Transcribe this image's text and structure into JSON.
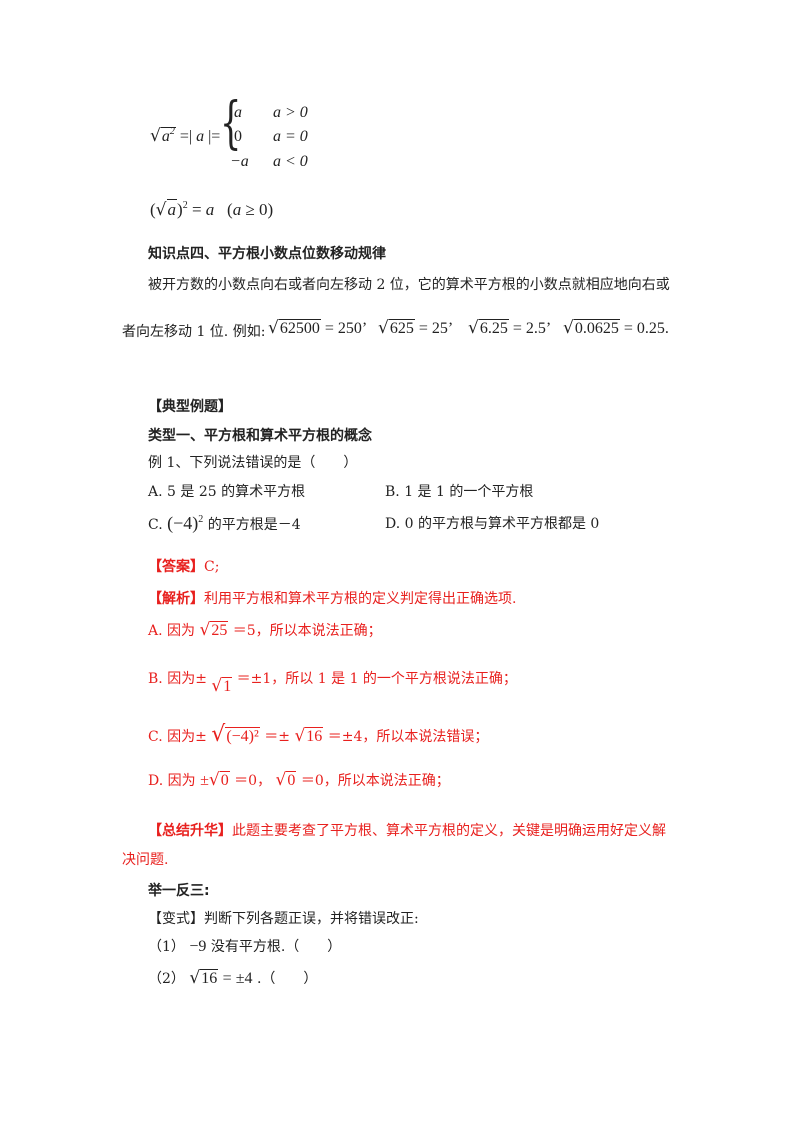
{
  "formula1": {
    "lhs": "√a² =| a |=",
    "cases": [
      {
        "value": "a",
        "condition": "a > 0"
      },
      {
        "value": "0",
        "condition": "a = 0"
      },
      {
        "value": "−a",
        "condition": "a < 0"
      }
    ]
  },
  "formula2": "(√a)² = a  (a ≥ 0)",
  "section4_title": "知识点四、平方根小数点位数移动规律",
  "section4_text_line1": "被开方数的小数点向右或者向左移动 2 位，它的算术平方根的小数点就相应地向右或",
  "section4_text_line2": "者向左移动 1 位. 例如:",
  "examples": [
    {
      "radicand": "62500",
      "result": "= 250"
    },
    {
      "radicand": "625",
      "result": "= 25"
    },
    {
      "radicand": "6.25",
      "result": "= 2.5"
    },
    {
      "radicand": "0.0625",
      "result": "= 0.25"
    }
  ],
  "typical_header": "【典型例题】",
  "type1_title": "类型一、平方根和算术平方根的概念",
  "example1": {
    "question": "例 1、下列说法错误的是（　　）",
    "optA": "A. 5 是 25 的算术平方根",
    "optB": "B. 1 是 1 的一个平方根",
    "optC_pre": "C.",
    "optC_post": "的平方根是－4",
    "optD": "D. 0 的平方根与算术平方根都是 0"
  },
  "answer": {
    "label": "【答案】",
    "text": "C;"
  },
  "analysis": {
    "label": "【解析】",
    "text": "利用平方根和算术平方根的定义判定得出正确选项."
  },
  "lineA": {
    "pre": "A. 因为",
    "rad": "25",
    "post": "＝5，所以本说法正确；"
  },
  "lineB": {
    "pre": "B. 因为±",
    "rad": "1",
    "post": "＝±1，所以 1 是 1 的一个平方根说法正确；"
  },
  "lineC": {
    "pre": "C. 因为±",
    "rad": "(−4)²",
    "mid": "＝±",
    "rad2": "16",
    "post": "＝±4，所以本说法错误；"
  },
  "lineD": {
    "pre": "D. 因为",
    "pm": "±",
    "rad": "0",
    "mid": "＝0，",
    "rad2": "0",
    "post": "＝0，所以本说法正确；"
  },
  "summary": {
    "label": "【总结升华】",
    "text1": "此题主要考查了平方根、算术平方根的定义，关键是明确运用好定义解",
    "text2": "决问题."
  },
  "practice_title": "举一反三:",
  "variant": {
    "label": "【变式】",
    "text": "判断下列各题正误，并将错误改正:"
  },
  "item1": {
    "num": "（1）",
    "expr": "−9",
    "text": "没有平方根.（　　）"
  },
  "item2": {
    "num": "（2）",
    "rad": "16",
    "expr": "= ±4",
    "text": ".（　　）"
  }
}
